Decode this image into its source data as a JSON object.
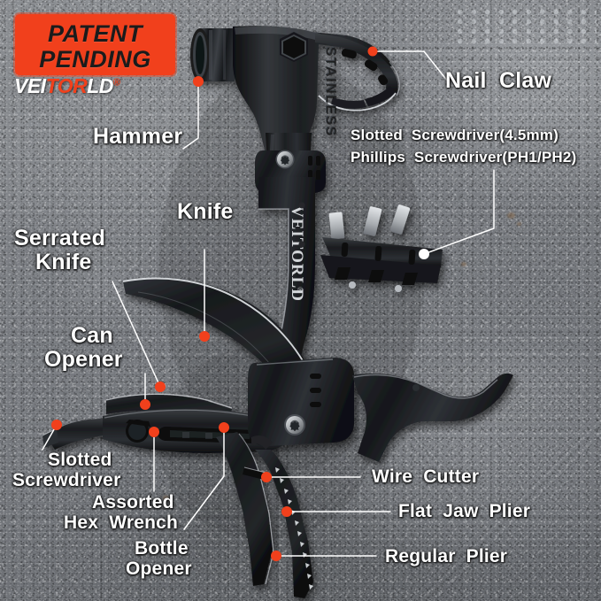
{
  "badge": {
    "line1": "PATENT",
    "line2": "PENDING",
    "color": "#f1401c"
  },
  "brand": {
    "part_white_1": "VEI",
    "part_red": "TOR",
    "part_white_2": "LD",
    "registered": "®",
    "full": "VEITORLD®",
    "white": "#ffffff",
    "red": "#f1401c"
  },
  "product": {
    "engraving_head": "STAINLESS",
    "engraving_handle": "VEITORLD®",
    "body_color": "#1b1c1e",
    "accent_color": "#f1401c"
  },
  "callouts": [
    {
      "id": "hammer",
      "label": "Hammer",
      "align": "left"
    },
    {
      "id": "nail-claw",
      "label": "Nail  Claw",
      "align": "left"
    },
    {
      "id": "slotted-screwdriver-45",
      "label": "Slotted  Screwdriver(4.5mm)",
      "align": "left"
    },
    {
      "id": "phillips-screwdriver",
      "label": "Phillips  Screwdriver(PH1/PH2)",
      "align": "left"
    },
    {
      "id": "knife",
      "label": "Knife",
      "align": "left"
    },
    {
      "id": "serrated-knife",
      "label": "Serrated\nKnife",
      "align": "left"
    },
    {
      "id": "can-opener",
      "label": "Can\nOpener",
      "align": "center"
    },
    {
      "id": "slotted-screwdriver",
      "label": "Slotted\nScrewdriver",
      "align": "center"
    },
    {
      "id": "assorted-hex-wrench",
      "label": "Assorted\nHex  Wrench",
      "align": "center"
    },
    {
      "id": "bottle-opener",
      "label": "Bottle\nOpener",
      "align": "center"
    },
    {
      "id": "wire-cutter",
      "label": "Wire  Cutter",
      "align": "left"
    },
    {
      "id": "flat-jaw-plier",
      "label": "Flat  Jaw  Plier",
      "align": "left"
    },
    {
      "id": "regular-plier",
      "label": "Regular  Plier",
      "align": "left"
    }
  ],
  "label_text": {
    "hammer": "Hammer",
    "nail_claw": "Nail  Claw",
    "slotted_screwdriver_45": "Slotted  Screwdriver(4.5mm)",
    "phillips_screwdriver": "Phillips  Screwdriver(PH1/PH2)",
    "knife": "Knife",
    "serrated_knife_l1": "Serrated",
    "serrated_knife_l2": "Knife",
    "can_opener_l1": "Can",
    "can_opener_l2": "Opener",
    "slotted_screwdriver_l1": "Slotted",
    "slotted_screwdriver_l2": "Screwdriver",
    "assorted_hex_wrench_l1": "Assorted",
    "assorted_hex_wrench_l2": "Hex  Wrench",
    "bottle_opener_l1": "Bottle",
    "bottle_opener_l2": "Opener",
    "wire_cutter": "Wire  Cutter",
    "flat_jaw_plier": "Flat  Jaw  Plier",
    "regular_plier": "Regular  Plier"
  },
  "theme": {
    "background": "#7c7f84",
    "leader_line": "#ffffff",
    "marker_dot": "#f1401c",
    "marker_dot_alt": "#ffffff",
    "label_text": "#ffffff"
  }
}
